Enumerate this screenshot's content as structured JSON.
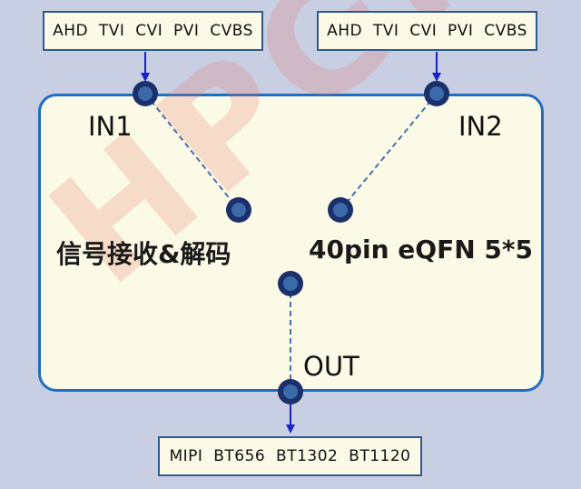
{
  "inputs": {
    "in1_formats": "AHD  TVI  CVI  PVI  CVBS",
    "in2_formats": "AHD  TVI  CVI  PVI  CVBS",
    "in1_label": "IN1",
    "in2_label": "IN2"
  },
  "chip": {
    "function": "信号接收&解码",
    "package": "40pin eQFN 5*5",
    "out_label": "OUT"
  },
  "output": {
    "formats": "MIPI  BT656  BT1302  BT1120"
  },
  "watermark": "HPGK",
  "colors": {
    "background": "#c9cfe3",
    "chip_fill": "#fbfae6",
    "chip_border": "#1f6ec2",
    "arrow": "#1a22c8",
    "pin_fill": "#3b6aa8",
    "pin_ring": "#1b2f6b",
    "dashed_line": "#4a6fae",
    "watermark": "#e86e64"
  }
}
